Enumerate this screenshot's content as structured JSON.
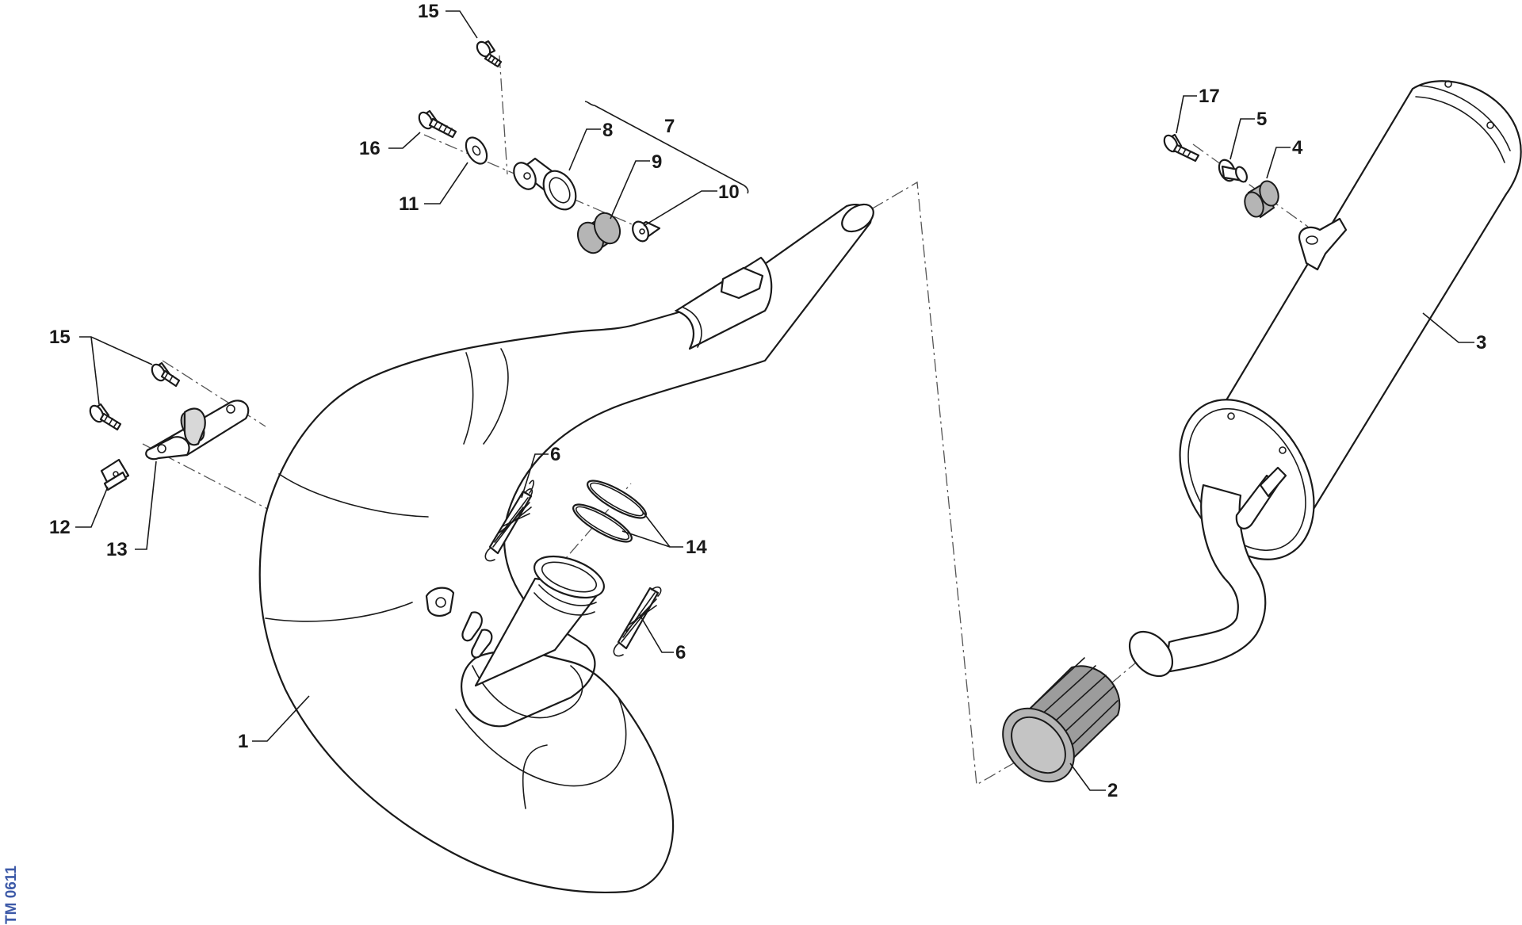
{
  "callouts": {
    "c1": "1",
    "c2": "2",
    "c3": "3",
    "c4": "4",
    "c5": "5",
    "c6a": "6",
    "c6b": "6",
    "c7": "7",
    "c8": "8",
    "c9": "9",
    "c10": "10",
    "c11": "11",
    "c12": "12",
    "c13": "13",
    "c14": "14",
    "c15a": "15",
    "c15b": "15",
    "c16": "16",
    "c17": "17"
  },
  "doc_code": "TM 0611",
  "colors": {
    "line": "#1a1a1a",
    "rubber": "#b5b5b5",
    "doc_code": "#3d5aa8"
  }
}
